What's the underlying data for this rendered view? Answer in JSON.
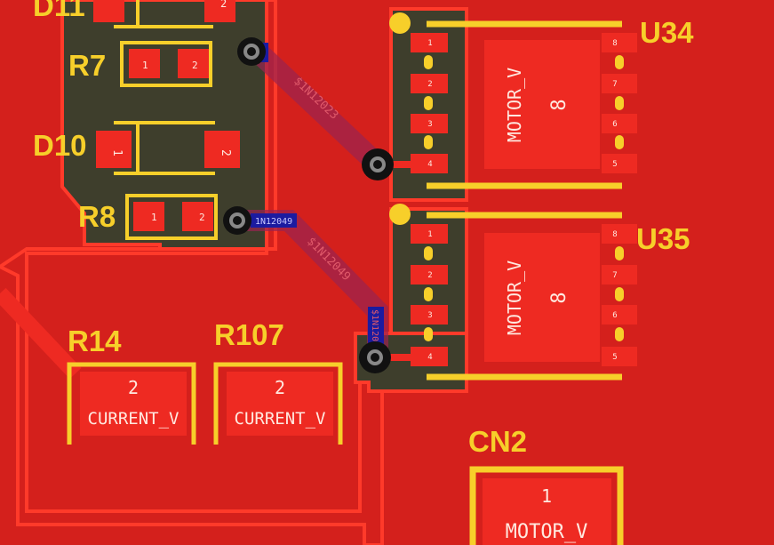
{
  "colors": {
    "copper": "#d4201c",
    "ground_fill": "#3e3e2c",
    "silkscreen": "#f7cf2a",
    "pad": "#ee2a22",
    "via_ring": "#111111",
    "via_hole": "#888888",
    "trace_net": "#9a2350",
    "bottom_layer": "#1b1ba0"
  },
  "components": {
    "d11": {
      "ref": "D11",
      "pad2": "2"
    },
    "r7": {
      "ref": "R7",
      "pad1": "1",
      "pad2": "2"
    },
    "d10": {
      "ref": "D10",
      "pad1": "1",
      "pad2": "2"
    },
    "r8": {
      "ref": "R8",
      "pad1": "1",
      "pad2": "2"
    },
    "r14": {
      "ref": "R14",
      "pad_num": "2",
      "pad_net": "CURRENT_V"
    },
    "r107": {
      "ref": "R107",
      "pad_num": "2",
      "pad_net": "CURRENT_V"
    },
    "u34": {
      "ref": "U34",
      "pins": [
        "1",
        "2",
        "3",
        "4",
        "5",
        "6",
        "7",
        "8"
      ],
      "pad_net": "MOTOR_V",
      "pad_num": "8"
    },
    "u35": {
      "ref": "U35",
      "pins": [
        "1",
        "2",
        "3",
        "4",
        "5",
        "6",
        "7",
        "8"
      ],
      "pad_net": "MOTOR_V",
      "pad_num": "8"
    },
    "cn2": {
      "ref": "CN2",
      "pad_num": "1",
      "pad_net": "MOTOR_V"
    }
  },
  "nets": {
    "n1": "$1N12023",
    "n2": "$1N12049",
    "n2_short": "1N12049",
    "n2_vertical": "$1N12049"
  }
}
